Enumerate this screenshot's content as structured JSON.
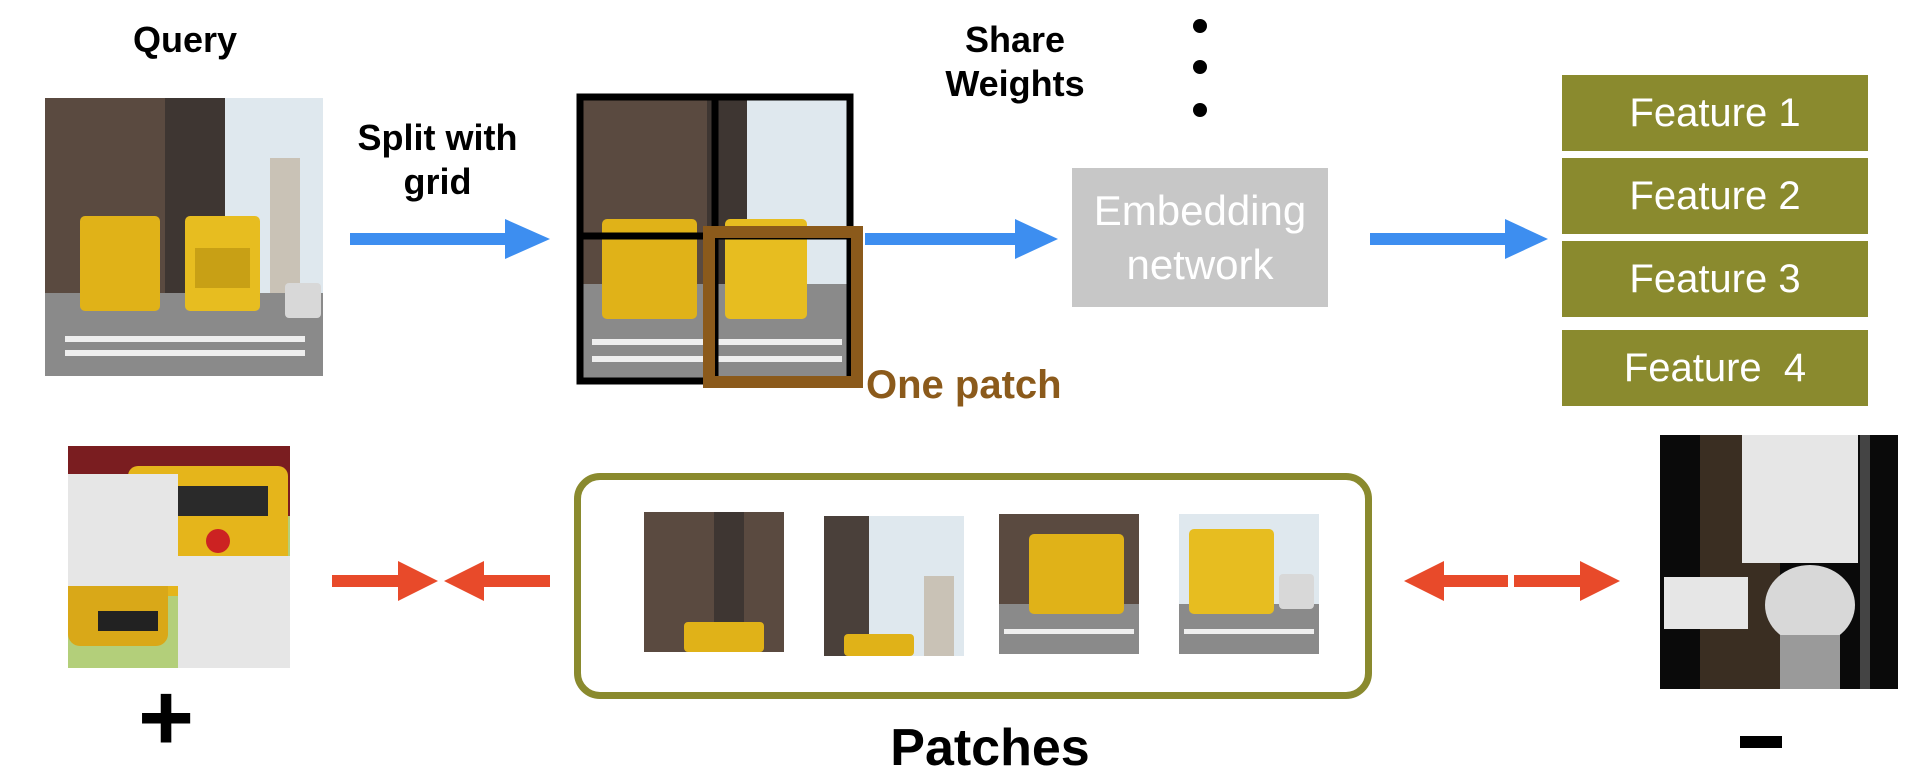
{
  "labels": {
    "query": "Query",
    "split": [
      "Split with",
      "grid"
    ],
    "share": [
      "Share",
      "Weights"
    ],
    "embedding": [
      "Embedding",
      "network"
    ],
    "one_patch": "One patch",
    "patches": "Patches",
    "plus": "+",
    "minus": "-"
  },
  "features": [
    "Feature 1",
    "Feature 2",
    "Feature 3",
    "Feature  4"
  ],
  "colors": {
    "blue_arrow": "#3d8ef0",
    "red_arrow": "#e84a2a",
    "olive": "#8a8a2e",
    "patch_brown": "#8b5a1b",
    "embedding_grey": "#c7c7c7"
  }
}
